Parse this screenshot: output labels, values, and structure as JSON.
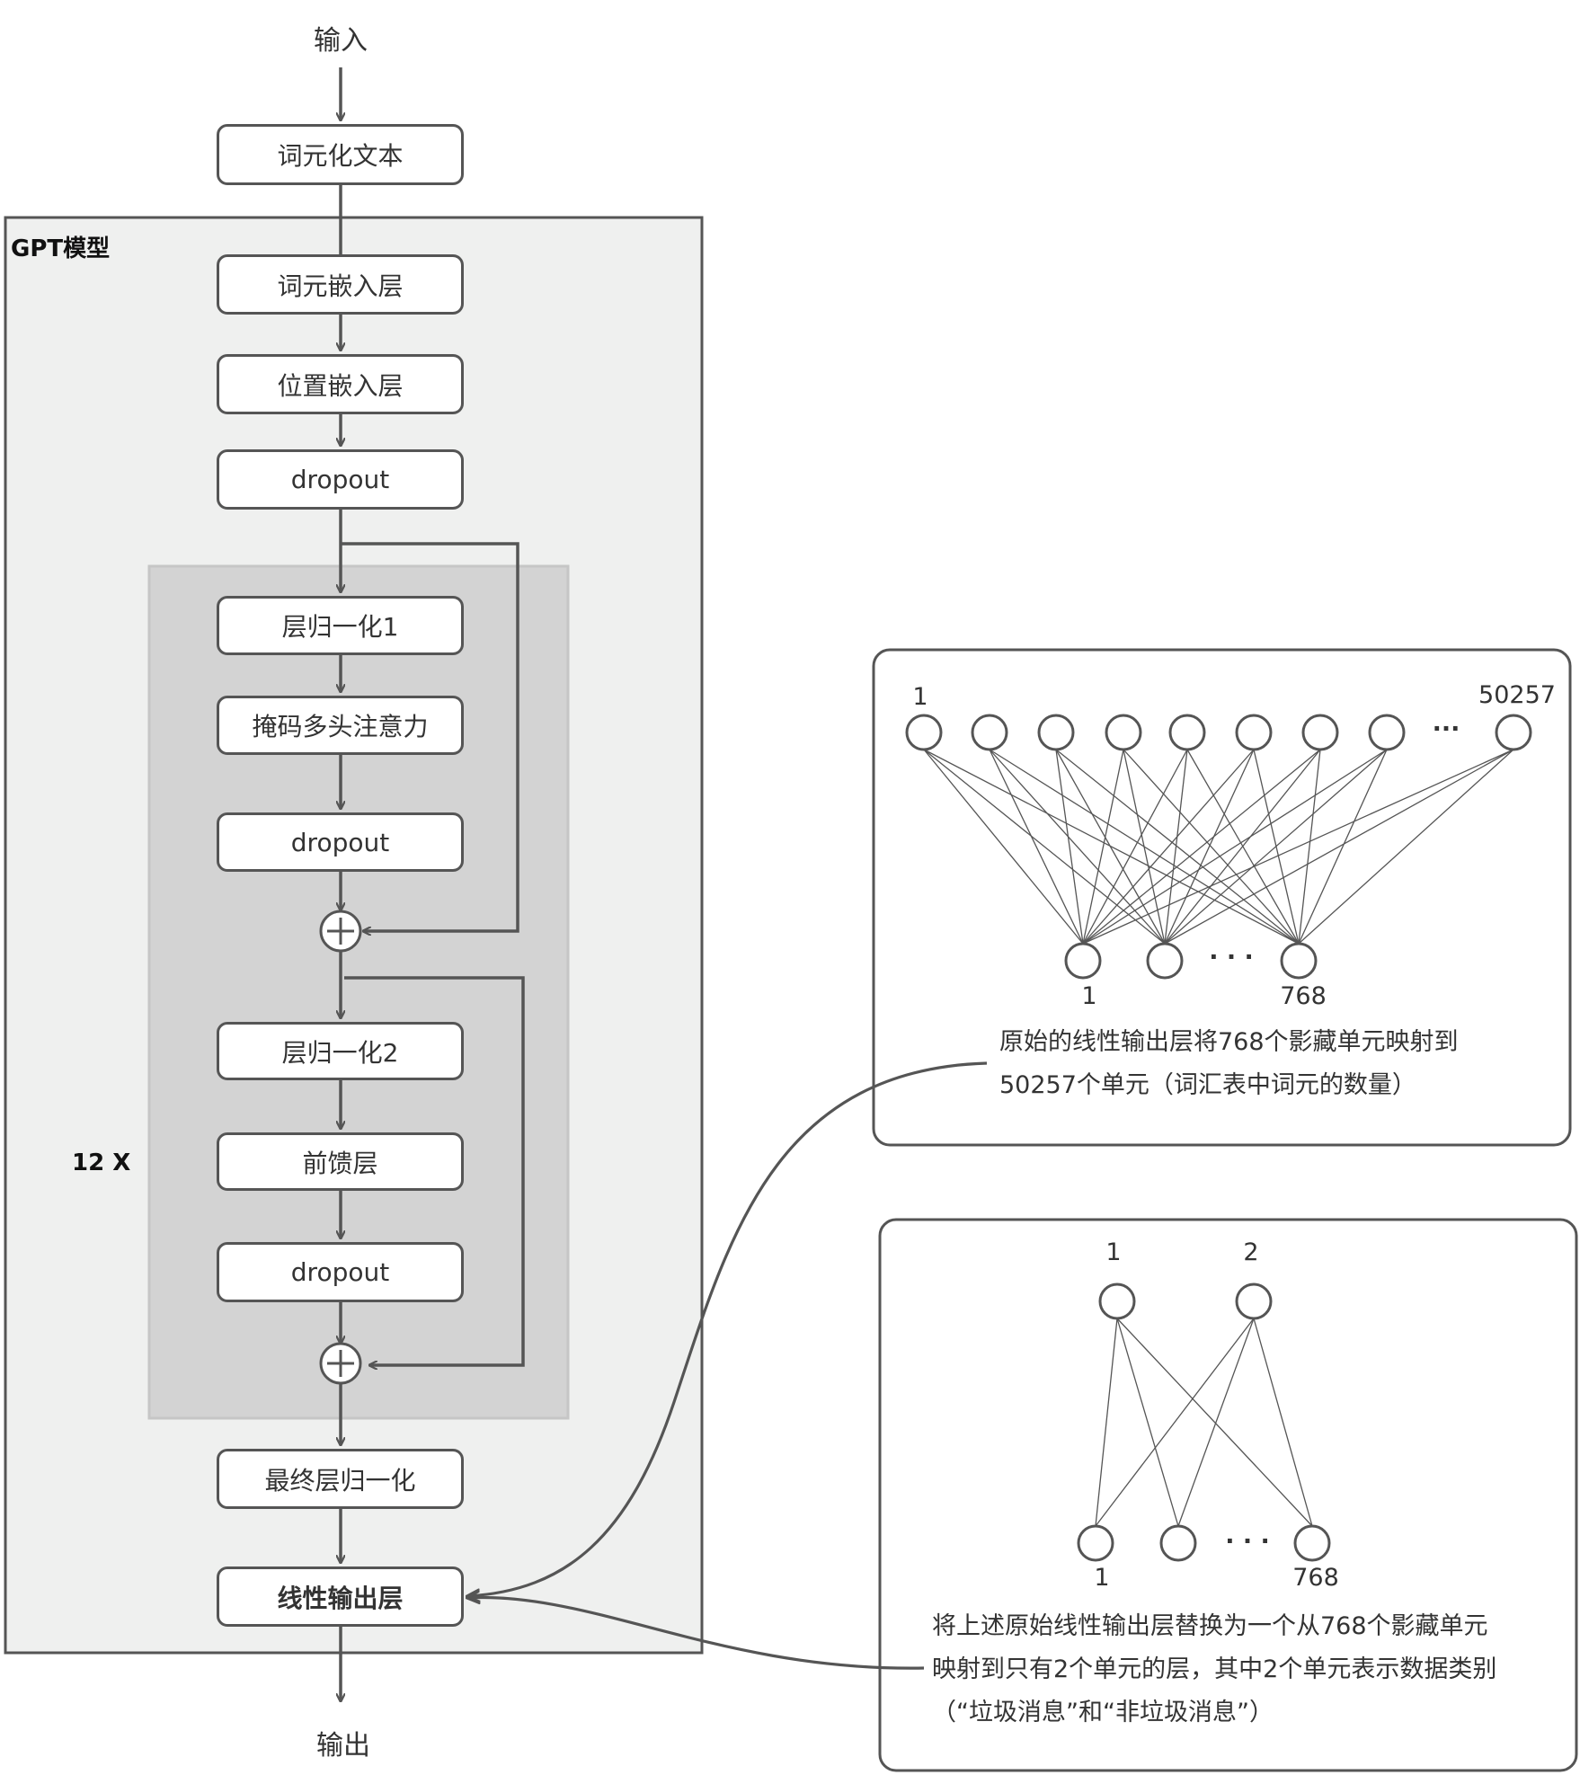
{
  "diagram": {
    "input_label": "输入",
    "output_label": "输出",
    "model_title": "GPT模型",
    "repeat_label": "12 X",
    "nodes": {
      "tokenized": "词元化文本",
      "tok_embed": "词元嵌入层",
      "pos_embed": "位置嵌入层",
      "dropout1": "dropout",
      "ln1": "层归一化1",
      "mha": "掩码多头注意力",
      "dropout2": "dropout",
      "ln2": "层归一化2",
      "ffn": "前馈层",
      "dropout3": "dropout",
      "final_ln": "最终层归一化",
      "out_layer": "线性输出层"
    },
    "original_panel": {
      "top_first": "1",
      "top_last": "50257",
      "top_ellipsis": "···",
      "bottom_first": "1",
      "bottom_last": "768",
      "bottom_ellipsis": "· · ·",
      "line1": "原始的线性输出层将768个影藏单元映射到",
      "line2": "50257个单元（词汇表中词元的数量）"
    },
    "new_panel": {
      "top_first": "1",
      "top_second": "2",
      "bottom_first": "1",
      "bottom_last": "768",
      "bottom_ellipsis": "· · ·",
      "line1": "将上述原始线性输出层替换为一个从768个影藏单元",
      "line2": "映射到只有2个单元的层，其中2个单元表示数据类别",
      "line3": "（“垃圾消息”和“非垃圾消息”）"
    }
  }
}
